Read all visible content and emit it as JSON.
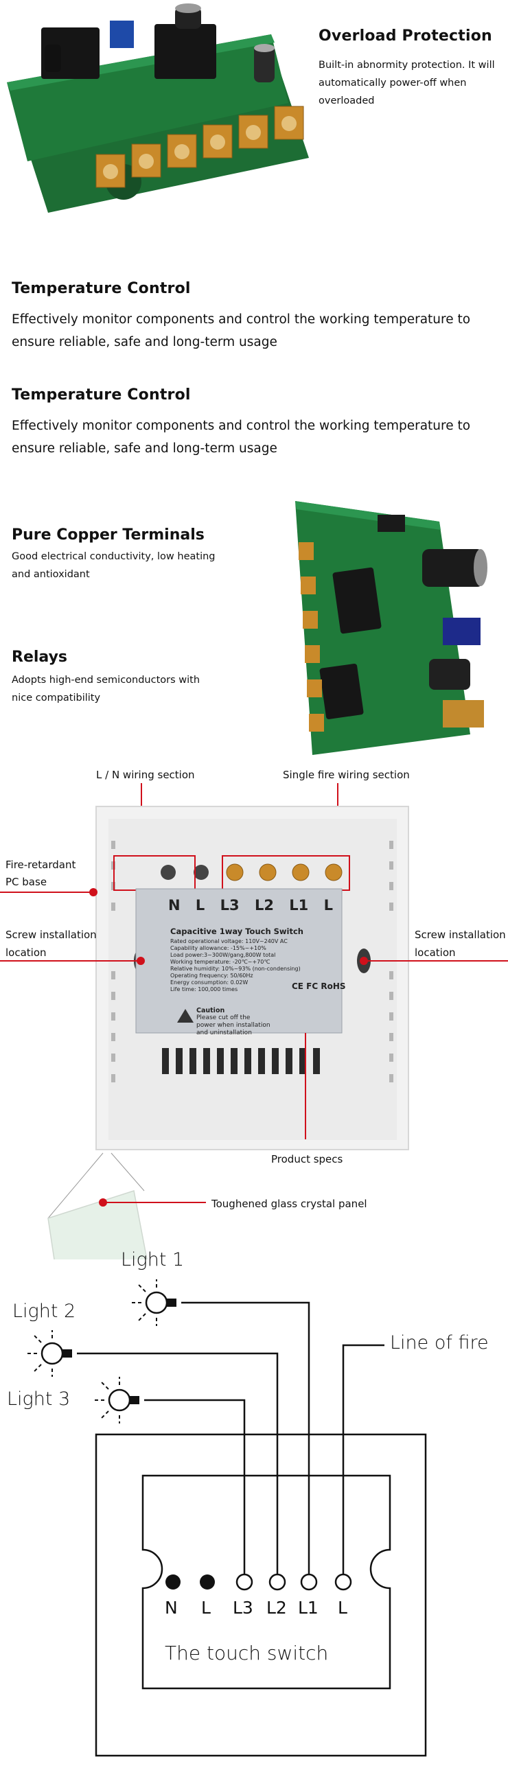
{
  "overload": {
    "title": "Overload Protection",
    "text_line1": "Built-in abnormity protection. It will",
    "text_line2": "automatically power-off when",
    "text_line3": "overloaded"
  },
  "temperature_1": {
    "title": "Temperature Control",
    "text_line1": "Effectively monitor components and control the working temperature to",
    "text_line2": "ensure reliable, safe and long-term usage"
  },
  "temperature_2": {
    "title": "Temperature Control",
    "text_line1": "Effectively monitor components and control the working temperature to",
    "text_line2": "ensure reliable, safe and long-term usage"
  },
  "copper": {
    "title": "Pure Copper Terminals",
    "text_line1": "Good electrical conductivity,  low heating",
    "text_line2": "and antioxidant"
  },
  "relays": {
    "title": "Relays",
    "text_line1": "Adopts high-end semiconductors with",
    "text_line2": "nice compatibility"
  },
  "back_panel": {
    "ln_wiring": "L / N wiring section",
    "single_fire": "Single fire wiring section",
    "fire_retardant_1": "Fire-retardant",
    "fire_retardant_2": "PC base",
    "screw_left_1": "Screw installation",
    "screw_left_2": "location",
    "screw_right_1": "Screw installation",
    "screw_right_2": "location",
    "product_specs": "Product specs",
    "glass_panel": "Toughened glass crystal panel",
    "terminal_labels": [
      "N",
      "L",
      "L3",
      "L2",
      "L1",
      "L"
    ],
    "label_title": "Capacitive 1way Touch Switch",
    "label_specs": [
      "Rated operational voltage:  110V~240V AC",
      "Capability allowance:  -15%~+10%",
      "Load power:3~300W/gang,800W total",
      "Working temperature:  -20℃~+70℃",
      "Relative humidity:  10%~93%  (non-condensing)",
      "Operating frequency:  50/60Hz",
      "Energy consumption:  0.02W",
      "Life time:  100,000 times"
    ],
    "label_marks": "CE FC RoHS",
    "caution_title": "Caution",
    "caution_lines": [
      "Please cut off the",
      "power when installation",
      "and uninstallation"
    ]
  },
  "diagram": {
    "light1": "Light  1",
    "light2": "Light  2",
    "light3": "Light  3",
    "line_of_fire": "Line of fire",
    "terminals": [
      "N",
      "L",
      "L3",
      "L2",
      "L1",
      "L"
    ],
    "switch_label": "The touch switch"
  },
  "colors": {
    "pcb_green": "#1e7a3a",
    "pcb_dark": "#0f4d22",
    "copper": "#c98a2a",
    "red_marker": "#d0101b",
    "label_gray": "#c8ccd2",
    "panel_white": "#f2f2f2"
  }
}
